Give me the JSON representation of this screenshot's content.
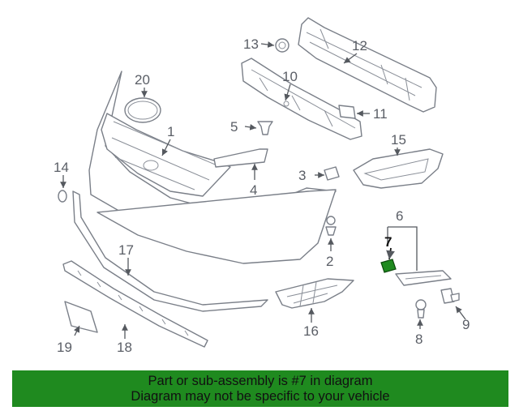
{
  "callouts": [
    "1",
    "2",
    "3",
    "4",
    "5",
    "6",
    "7",
    "8",
    "9",
    "10",
    "11",
    "12",
    "13",
    "14",
    "15",
    "16",
    "17",
    "18",
    "19",
    "20"
  ],
  "highlighted_part": "7",
  "banner": {
    "line1": "Part or sub-assembly is #7 in diagram",
    "line2": "Diagram may not be specific to your vehicle",
    "color": "#1f8a1f"
  },
  "colors": {
    "highlight": "#1f8a1f",
    "line": "#7a7f88"
  }
}
